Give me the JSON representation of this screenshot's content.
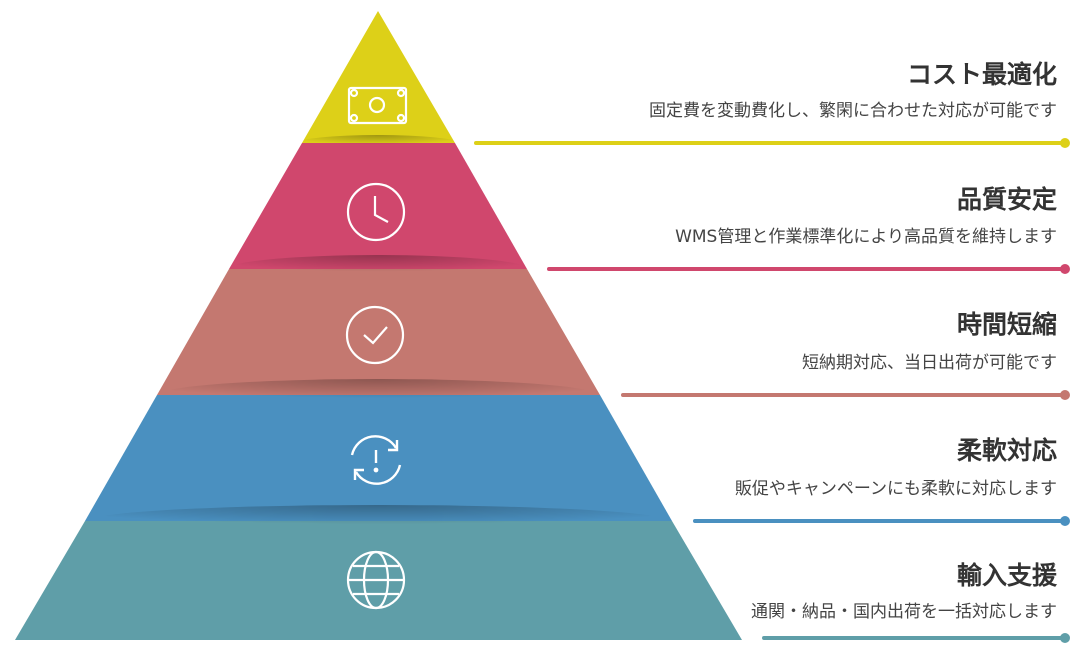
{
  "levels": [
    {
      "title": "コスト最適化",
      "description": "固定費を変動費化し、繁閑に合わせた対応が可能です",
      "color": "#DDD018",
      "icon": "money-bill-icon"
    },
    {
      "title": "品質安定",
      "description": "WMS管理と作業標準化により高品質を維持します",
      "color": "#D0476D",
      "icon": "clock-icon"
    },
    {
      "title": "時間短縮",
      "description": "短納期対応、当日出荷が可能です",
      "color": "#C47870",
      "icon": "check-circle-icon"
    },
    {
      "title": "柔軟対応",
      "description": "販促やキャンペーンにも柔軟に対応します",
      "color": "#4A90C0",
      "icon": "refresh-alert-icon"
    },
    {
      "title": "輸入支援",
      "description": "通関・納品・国内出荷を一括対応します",
      "color": "#5F9EA8",
      "icon": "globe-icon"
    }
  ]
}
